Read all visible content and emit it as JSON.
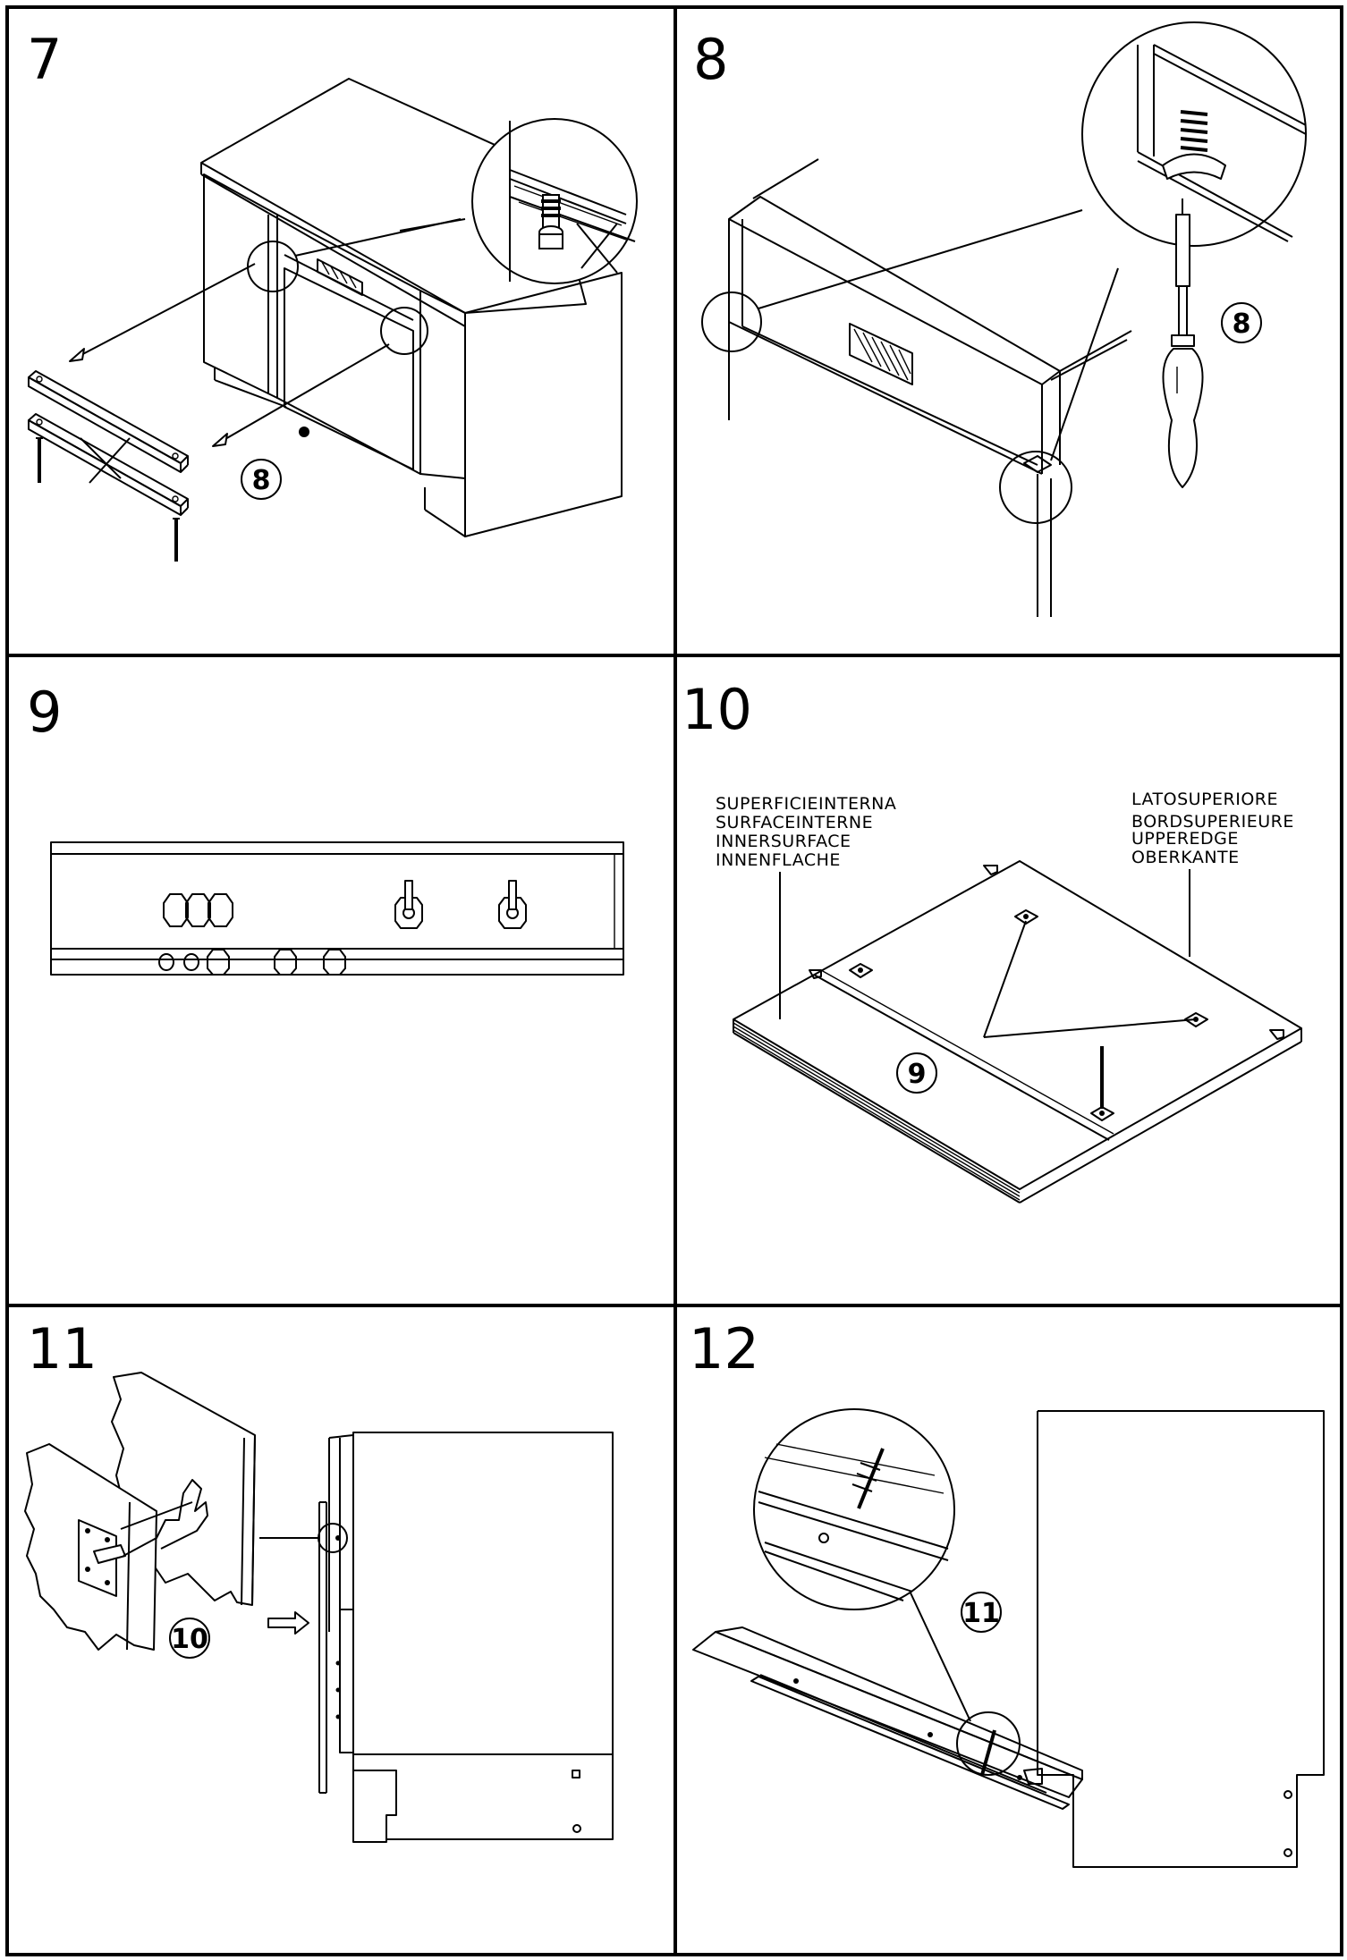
{
  "steps": [
    {
      "number": "7",
      "callout": "8"
    },
    {
      "number": "8",
      "callout": "8"
    },
    {
      "number": "9"
    },
    {
      "number": "10",
      "callout": "9",
      "left_label": [
        "SUPERFICIEINTERNA",
        "SURFACEINTERNE",
        "INNERSURFACE",
        "INNENFLACHE"
      ],
      "right_label": [
        "LATOSUPERIORE",
        "BORDSUPERIEURE",
        "UPPEREDGE",
        "OBERKANTE"
      ]
    },
    {
      "number": "11",
      "callout": "10"
    },
    {
      "number": "12",
      "callout": "11"
    }
  ],
  "colors": {
    "ink": "#000000",
    "paper": "#ffffff"
  }
}
